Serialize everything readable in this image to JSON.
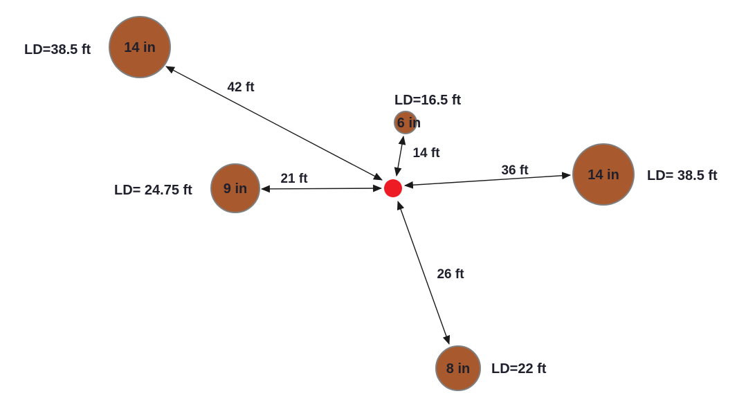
{
  "diagram": {
    "type": "tree-limiting-distance-plot",
    "colors": {
      "tree_fill": "#A8592D",
      "tree_stroke": "#7f7f7f",
      "center_fill": "#ED1C24",
      "arrow": "#1a1a1a",
      "text": "#20202c",
      "background": "#ffffff"
    },
    "center_point": {
      "name": "plot-center"
    },
    "trees": [
      {
        "position": "northwest",
        "dbh": "14 in",
        "ld": "LD=38.5 ft",
        "distance": "42 ft"
      },
      {
        "position": "north",
        "dbh": "6 in",
        "ld": "LD=16.5 ft",
        "distance": "14 ft"
      },
      {
        "position": "west",
        "dbh": "9 in",
        "ld": "LD= 24.75 ft",
        "distance": "21 ft"
      },
      {
        "position": "east",
        "dbh": "14 in",
        "ld": "LD= 38.5 ft",
        "distance": "36 ft"
      },
      {
        "position": "south",
        "dbh": "8 in",
        "ld": "LD=22 ft",
        "distance": "26 ft"
      }
    ]
  }
}
